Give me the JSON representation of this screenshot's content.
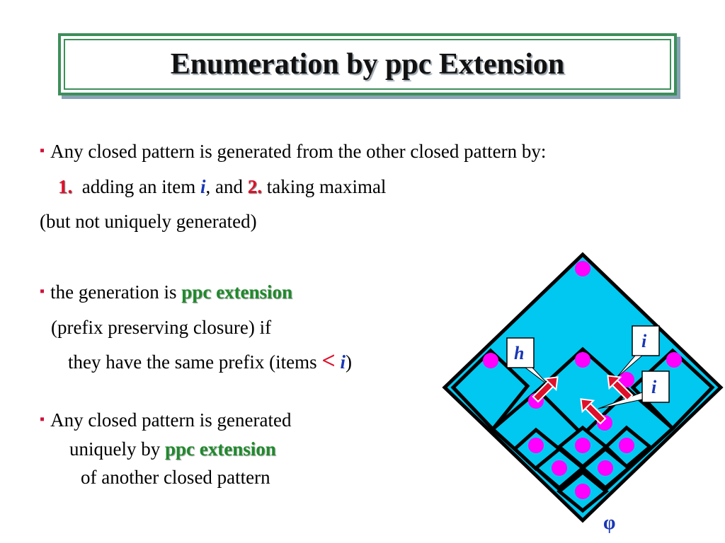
{
  "title": "Enumeration by ppc Extension",
  "bullet_glyph": "▪",
  "para1": {
    "line1": "Any closed pattern is generated from the other closed pattern by:",
    "num1": "1.",
    "text1": "adding an item",
    "var_i": "i",
    "text2": ", and",
    "num2": "2.",
    "text3": "taking maximal",
    "line3": "(but not uniquely generated)"
  },
  "para2": {
    "text1": "the generation is",
    "highlight": "ppc extension",
    "line2": "(prefix preserving closure) if",
    "line3_pre": "they have the same prefix (items",
    "lt": "<",
    "var_i": "i",
    "close": ")"
  },
  "para3": {
    "line1": "Any closed pattern is generated",
    "line2_pre": "uniquely by",
    "highlight": "ppc extension",
    "line3": "of another closed pattern"
  },
  "diagram": {
    "label_h": "h",
    "label_i_top": "i",
    "label_i_mid": "i",
    "label_phi": "φ",
    "colors": {
      "fill": "#00c8f0",
      "stroke": "#000000",
      "dot": "#ff00ff",
      "arrow": "#e0102a"
    }
  }
}
